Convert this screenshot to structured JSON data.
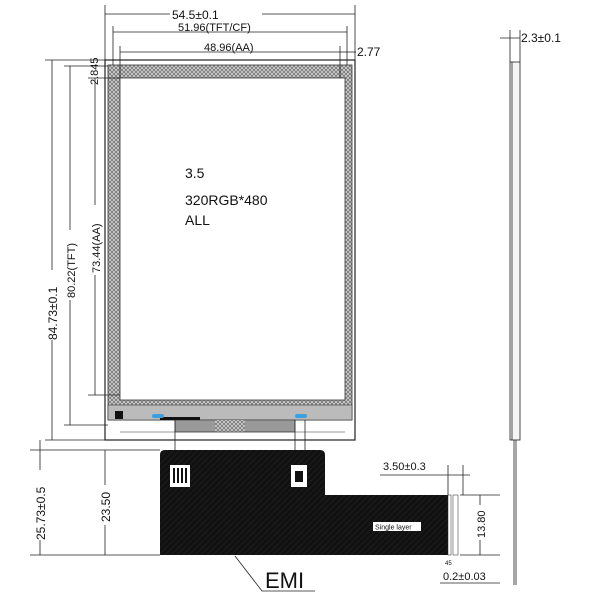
{
  "dimensions": {
    "overall_width": "54.5±0.1",
    "tft_cf_width": "51.96(TFT/CF)",
    "aa_width": "48.96(AA)",
    "right_margin": "2.77",
    "top_margin": "2.845",
    "overall_height": "84.73±0.1",
    "tft_height": "80.22(TFT)",
    "aa_height": "73.44(AA)",
    "fpc_total": "25.73±0.5",
    "fpc_height": "23.50",
    "thickness": "2.3±0.1",
    "tail_offset": "3.50±0.3",
    "tail_width": "13.80",
    "tail_thickness": "0.2±0.03",
    "angle": "45"
  },
  "panel_text": {
    "size": "3.5",
    "resolution": "320RGB*480",
    "view": "ALL"
  },
  "fpc": {
    "layer_label": "Single layer",
    "emi_label": "EMI"
  },
  "colors": {
    "fpc": "#111111",
    "hatch": "#9a9a9a",
    "accent": "#3aa0e0"
  }
}
